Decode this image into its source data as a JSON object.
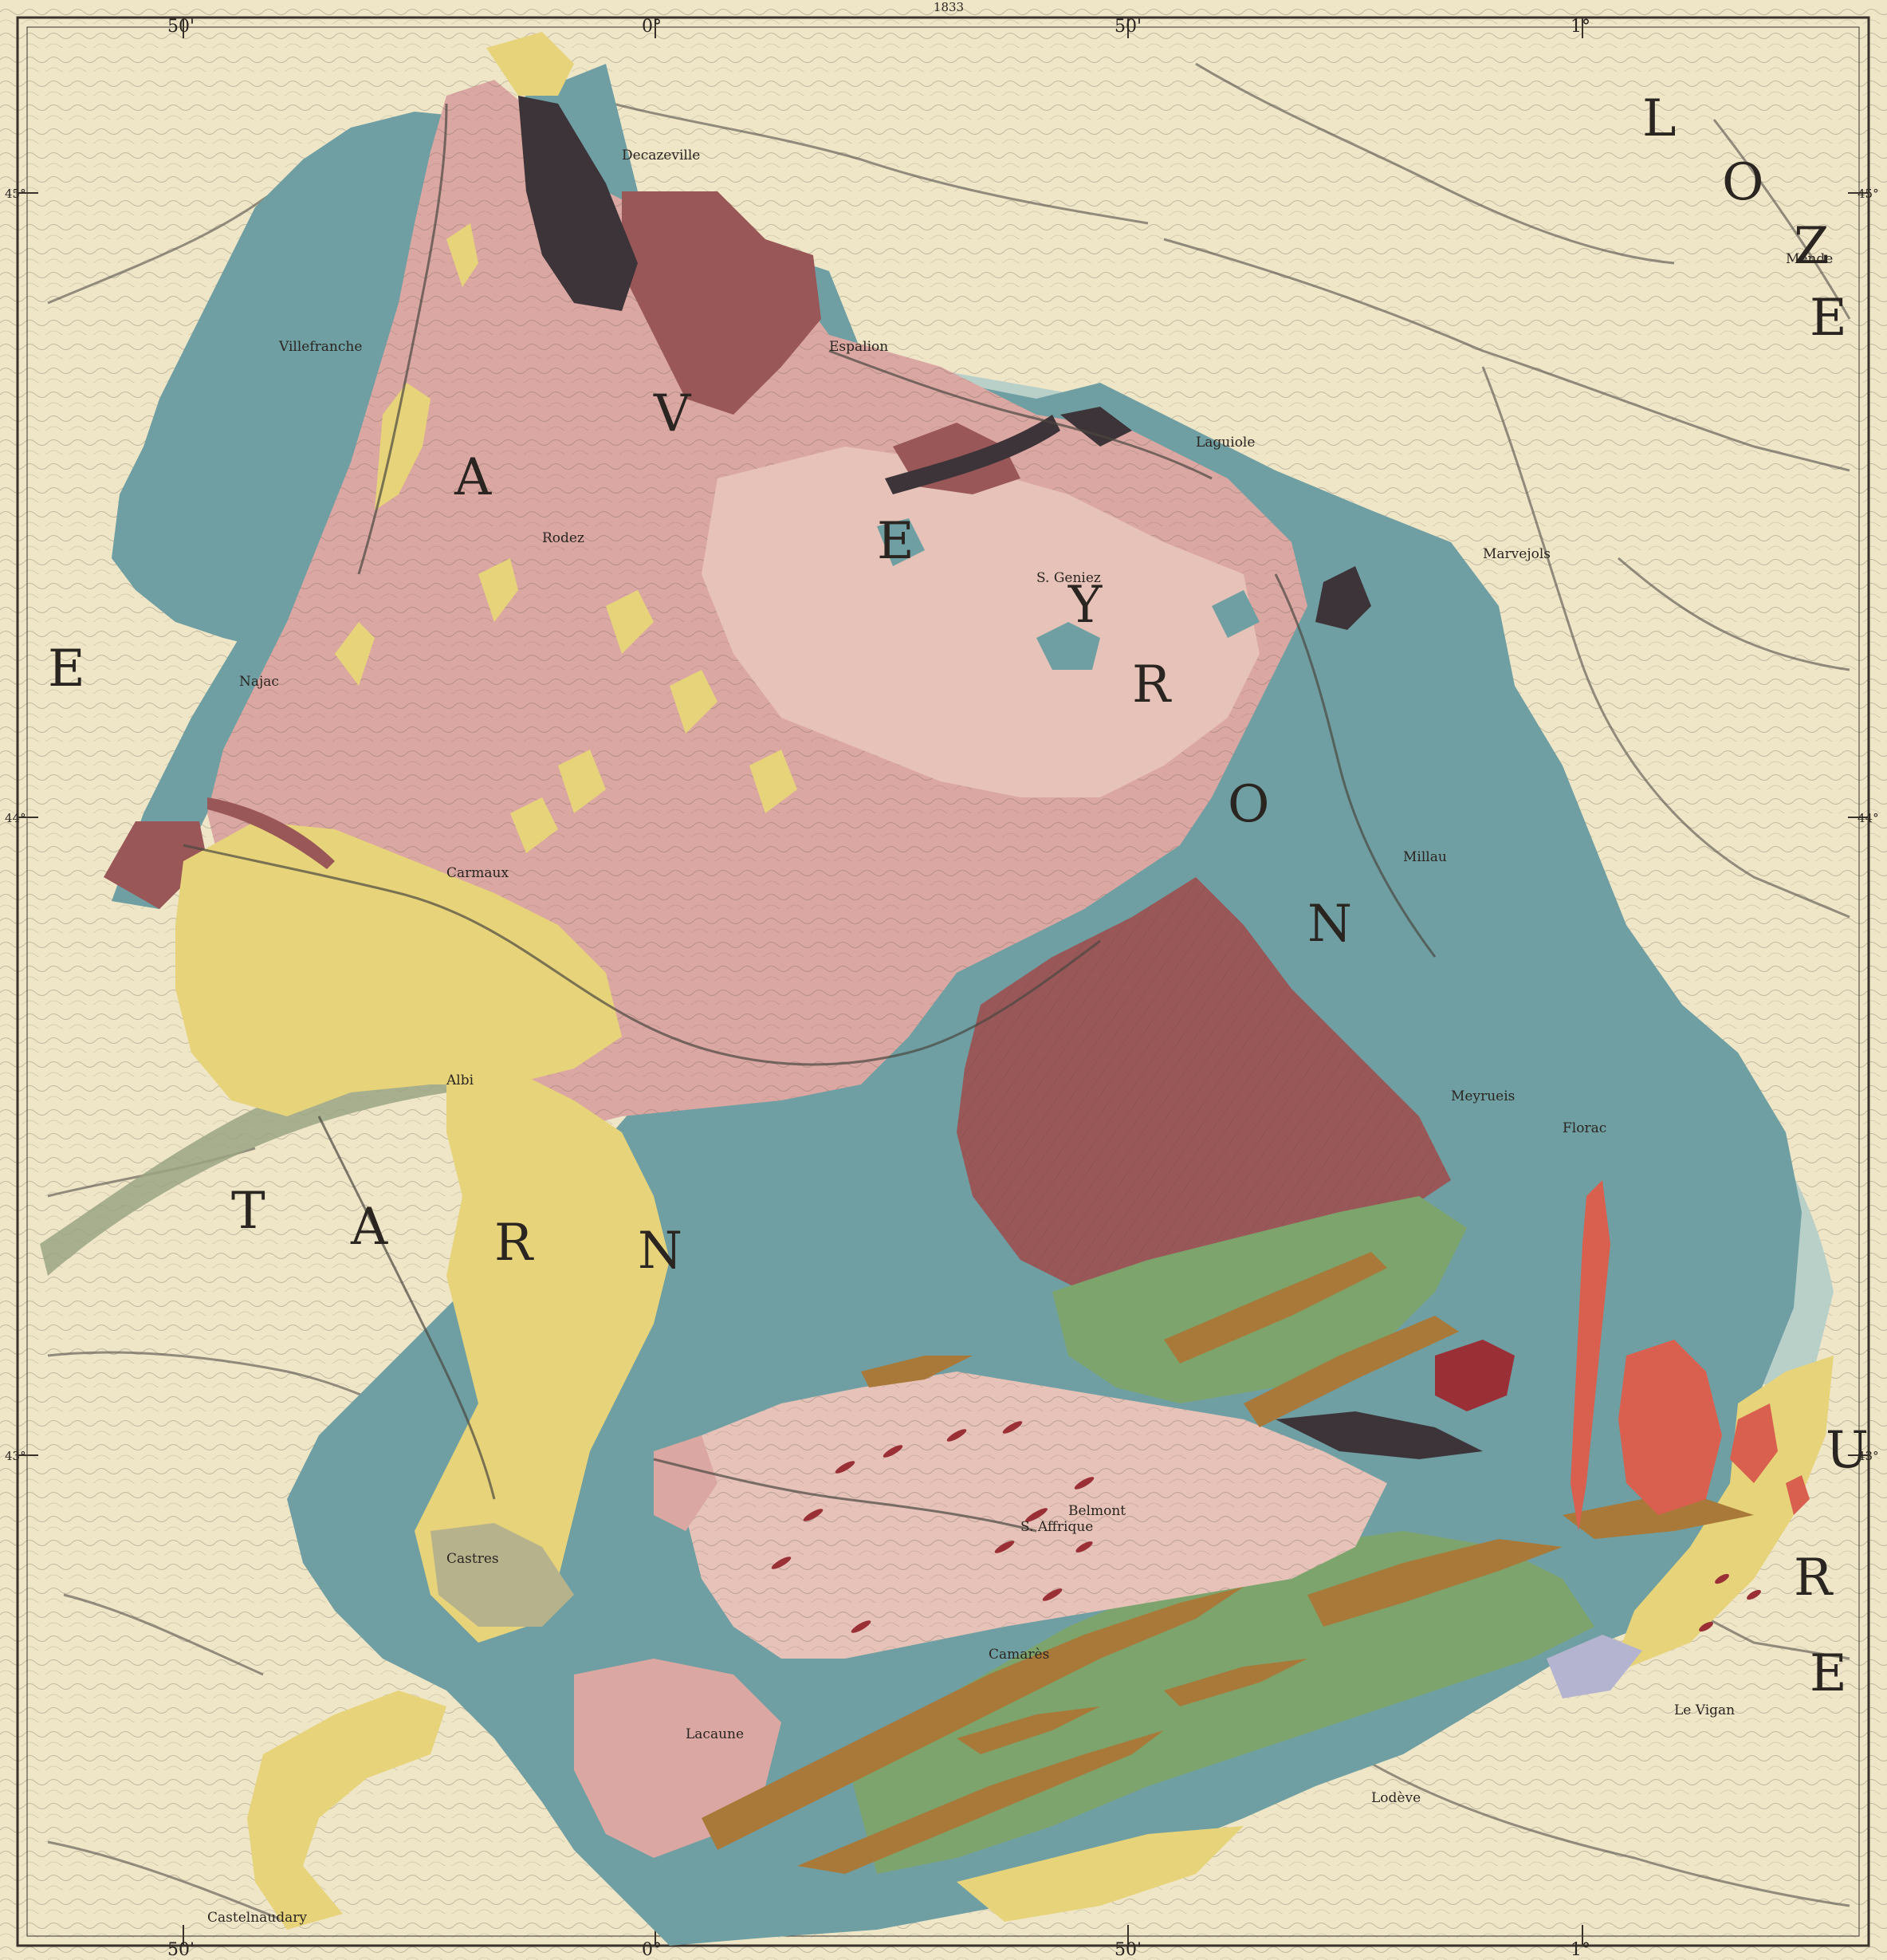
{
  "map": {
    "top_margin_text": "1833",
    "graticule_top": [
      "50'",
      "0°",
      "50'",
      "1°"
    ],
    "graticule_bottom": [
      "50'",
      "0°",
      "50'",
      "1°"
    ],
    "graticule_left": [
      "45°",
      "44°",
      "43°"
    ],
    "graticule_right": [
      "45°",
      "44°",
      "43°"
    ],
    "region_letters_aveyron": [
      "A",
      "V",
      "E",
      "Y",
      "R",
      "O",
      "N"
    ],
    "region_letters_tarn": [
      "T",
      "A",
      "R",
      "N"
    ],
    "region_letters_lozere": [
      "L",
      "O",
      "Z",
      "E",
      "R",
      "E"
    ],
    "edge_letter_left": "E",
    "edge_letter_right": "U",
    "towns": [
      "Villefranche",
      "Espalion",
      "S. Geniez",
      "Laguiole",
      "Rodez",
      "S. Affrique",
      "Millau",
      "Mende",
      "Marvejols",
      "Meyrueis",
      "Florac",
      "Le Vigan",
      "Castres",
      "Albi",
      "Lodève",
      "Castelnaudary",
      "Carmaux",
      "Decazeville",
      "Najac",
      "Lacaune",
      "Camarès",
      "Belmont"
    ]
  },
  "colors": {
    "paper": "#efe6c8",
    "granite_pink": "#dba7a2",
    "light_pink": "#e6c2b8",
    "dark_red": "#9a5758",
    "teal": "#6f9fa2",
    "light_teal": "#b9d0c9",
    "yellow": "#e6d37a",
    "green": "#7da46d",
    "brown": "#a9793a",
    "black": "#3c3438",
    "red_intrusion": "#d9604f",
    "olive_alluvium": "#b6b28c"
  }
}
